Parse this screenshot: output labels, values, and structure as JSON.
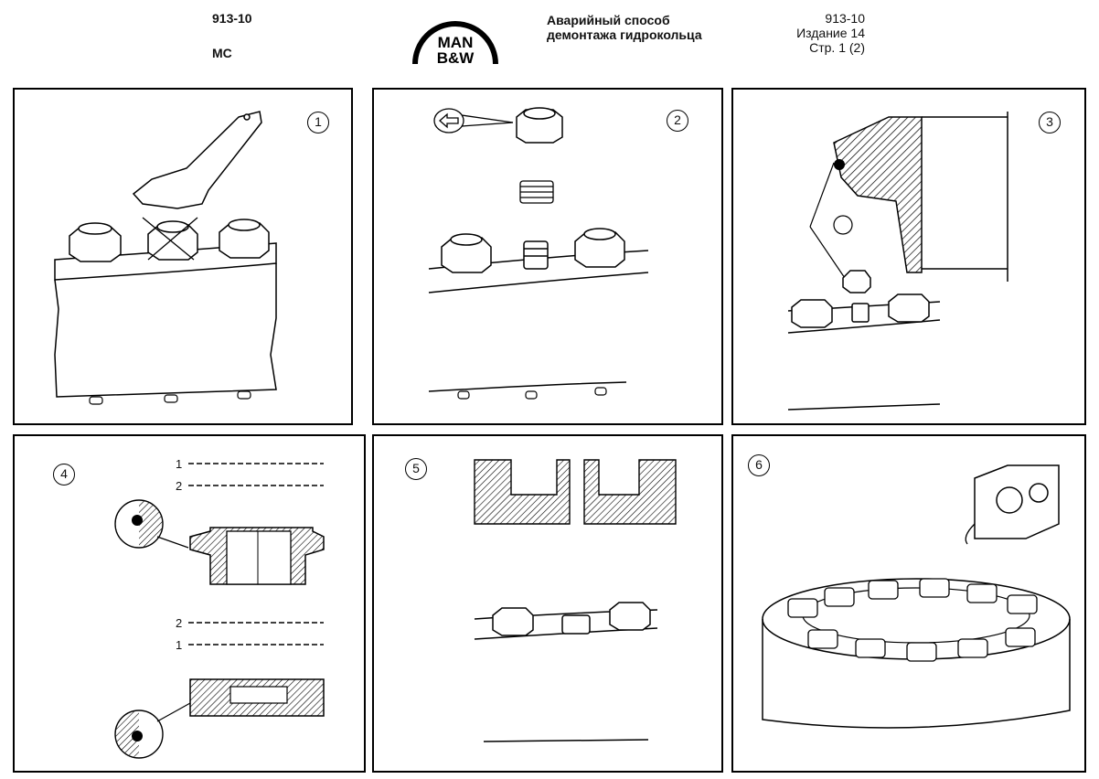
{
  "header": {
    "doc_code": "913-10",
    "engine_type": "MC",
    "logo": {
      "line1": "MAN",
      "line2": "B&W"
    },
    "title_line1": "Аварийный способ",
    "title_line2": "демонтажа гидрокольца",
    "meta_code": "913-10",
    "edition": "Издание 14",
    "page": "Стр. 1 (2)"
  },
  "panels": [
    {
      "number": "1"
    },
    {
      "number": "2"
    },
    {
      "number": "3"
    },
    {
      "number": "4",
      "row_labels": [
        "1",
        "2",
        "2",
        "1"
      ]
    },
    {
      "number": "5"
    },
    {
      "number": "6"
    }
  ]
}
